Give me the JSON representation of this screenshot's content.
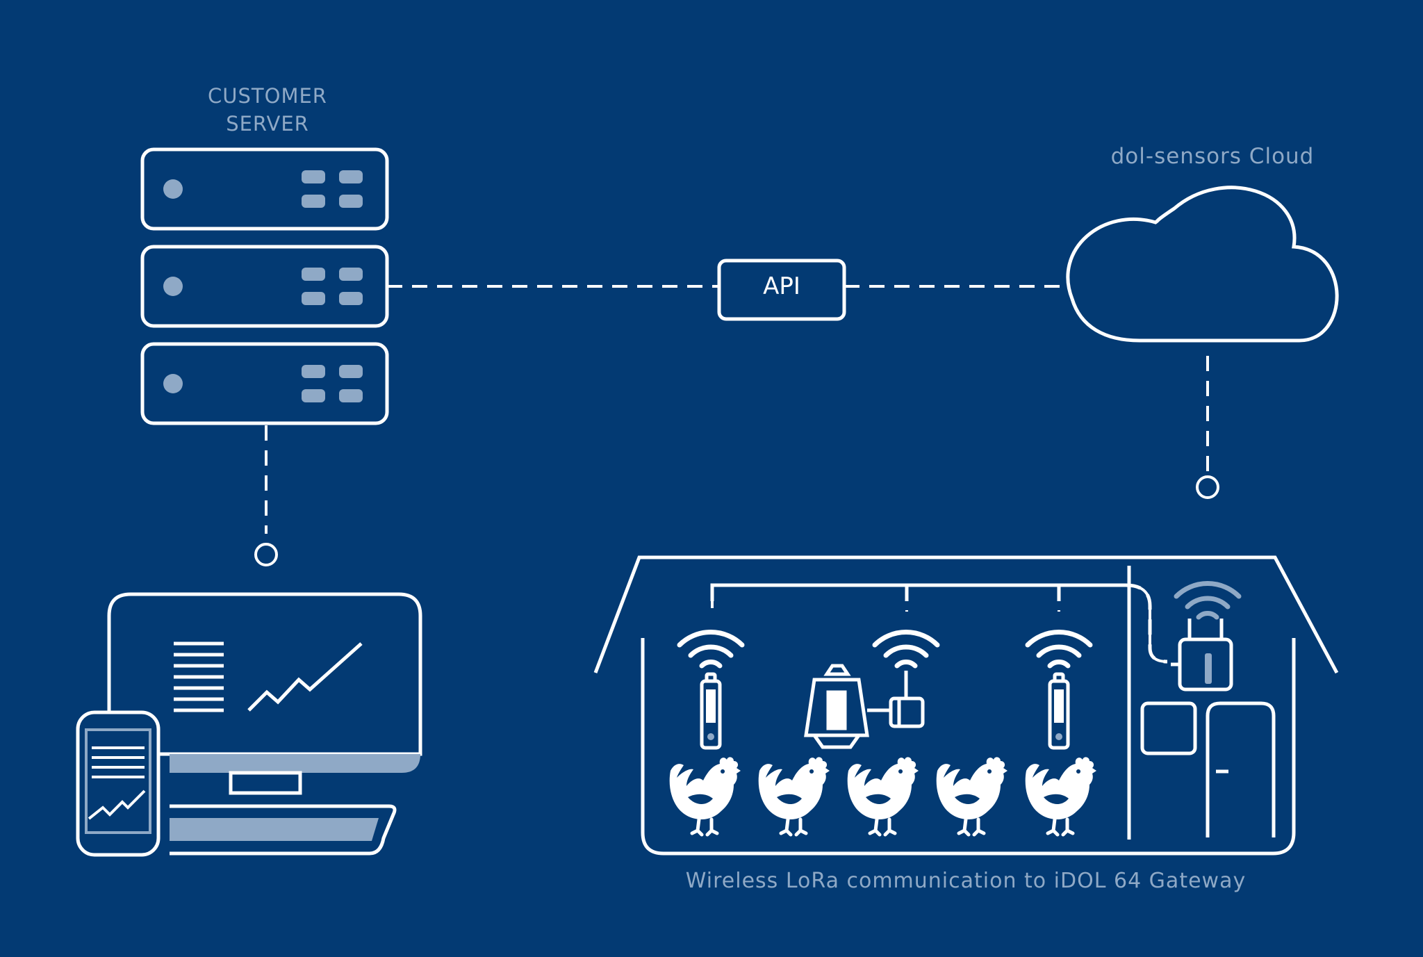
{
  "labels": {
    "customer_server_line1": "CUSTOMER",
    "customer_server_line2": "SERVER",
    "cloud": "dol-sensors Cloud",
    "api": "API",
    "lora": "Wireless LoRa communication to iDOL 64 Gateway"
  },
  "colors": {
    "background": "#033a73",
    "line": "#ffffff",
    "accent": "#8fa9c6"
  },
  "icons": [
    "server-rack-icon",
    "cloud-icon",
    "desktop-monitor-icon",
    "smartphone-icon",
    "barn-icon",
    "sensor-icon",
    "wifi-icon",
    "chicken-icon",
    "gateway-icon"
  ]
}
